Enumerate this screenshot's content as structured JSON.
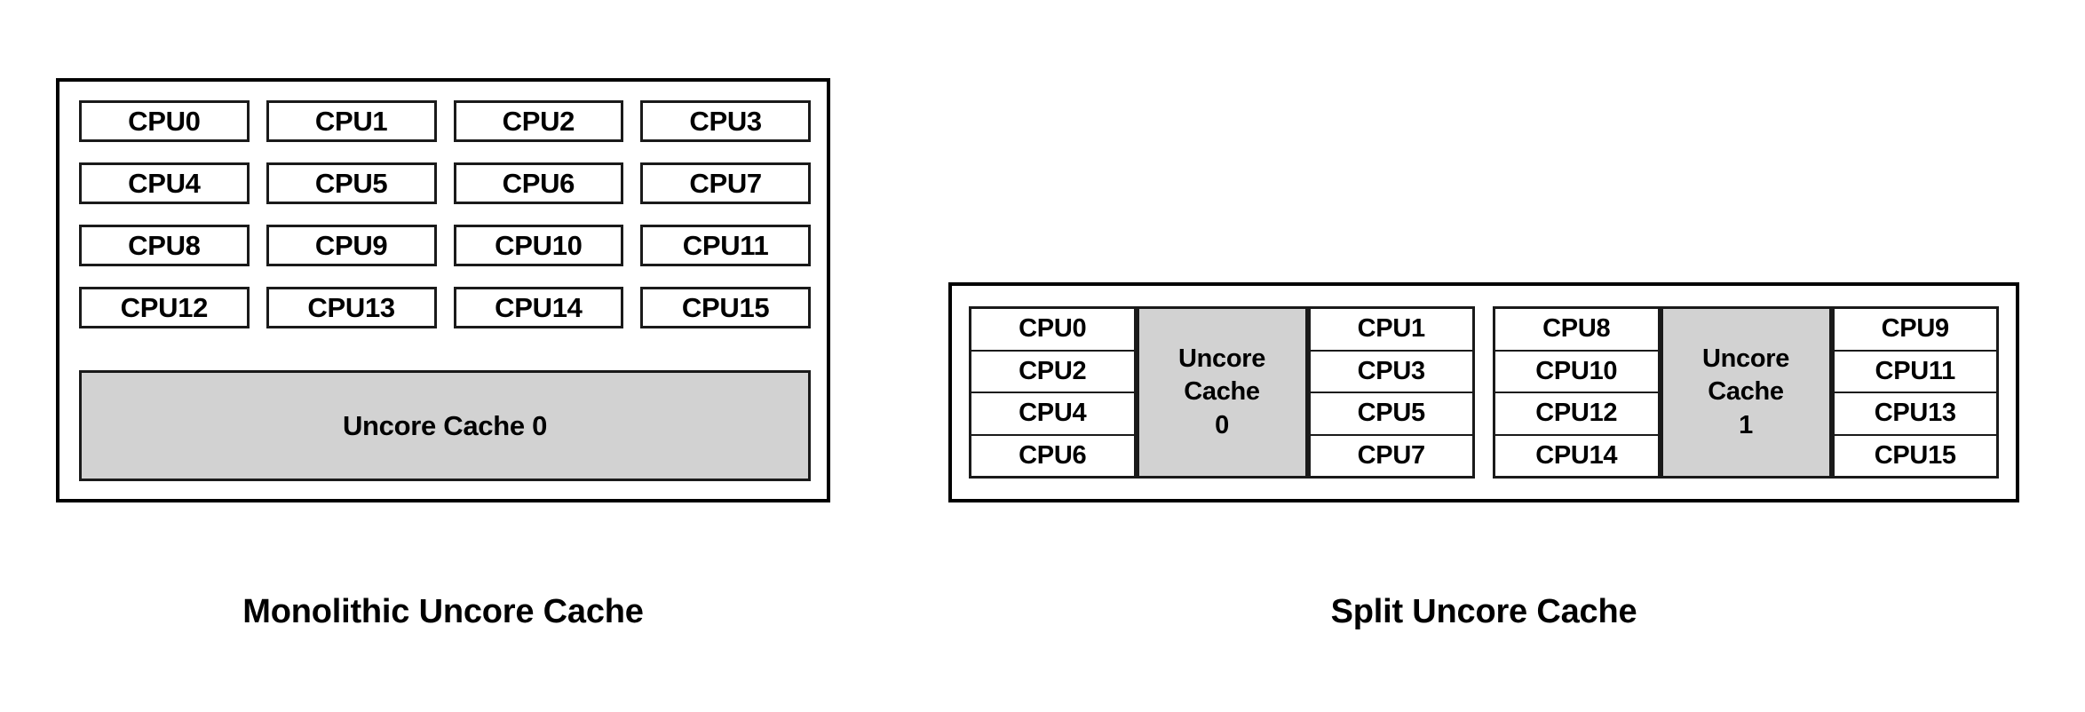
{
  "figures": {
    "monolithic": {
      "caption": "Monolithic Uncore Cache",
      "cpus": [
        "CPU0",
        "CPU1",
        "CPU2",
        "CPU3",
        "CPU4",
        "CPU5",
        "CPU6",
        "CPU7",
        "CPU8",
        "CPU9",
        "CPU10",
        "CPU11",
        "CPU12",
        "CPU13",
        "CPU14",
        "CPU15"
      ],
      "cache": {
        "label": "Uncore Cache 0"
      }
    },
    "split": {
      "caption": "Split Uncore Cache",
      "clusters": [
        {
          "left_cpus": [
            "CPU0",
            "CPU2",
            "CPU4",
            "CPU6"
          ],
          "cache": {
            "line1": "Uncore",
            "line2": "Cache",
            "line3": "0"
          },
          "right_cpus": [
            "CPU1",
            "CPU3",
            "CPU5",
            "CPU7"
          ]
        },
        {
          "left_cpus": [
            "CPU8",
            "CPU10",
            "CPU12",
            "CPU14"
          ],
          "cache": {
            "line1": "Uncore",
            "line2": "Cache",
            "line3": "1"
          },
          "right_cpus": [
            "CPU9",
            "CPU11",
            "CPU13",
            "CPU15"
          ]
        }
      ]
    }
  },
  "colors": {
    "cache_fill": "#d2d2d2",
    "border": "#1a1a1a",
    "background": "#ffffff",
    "text": "#000000"
  }
}
